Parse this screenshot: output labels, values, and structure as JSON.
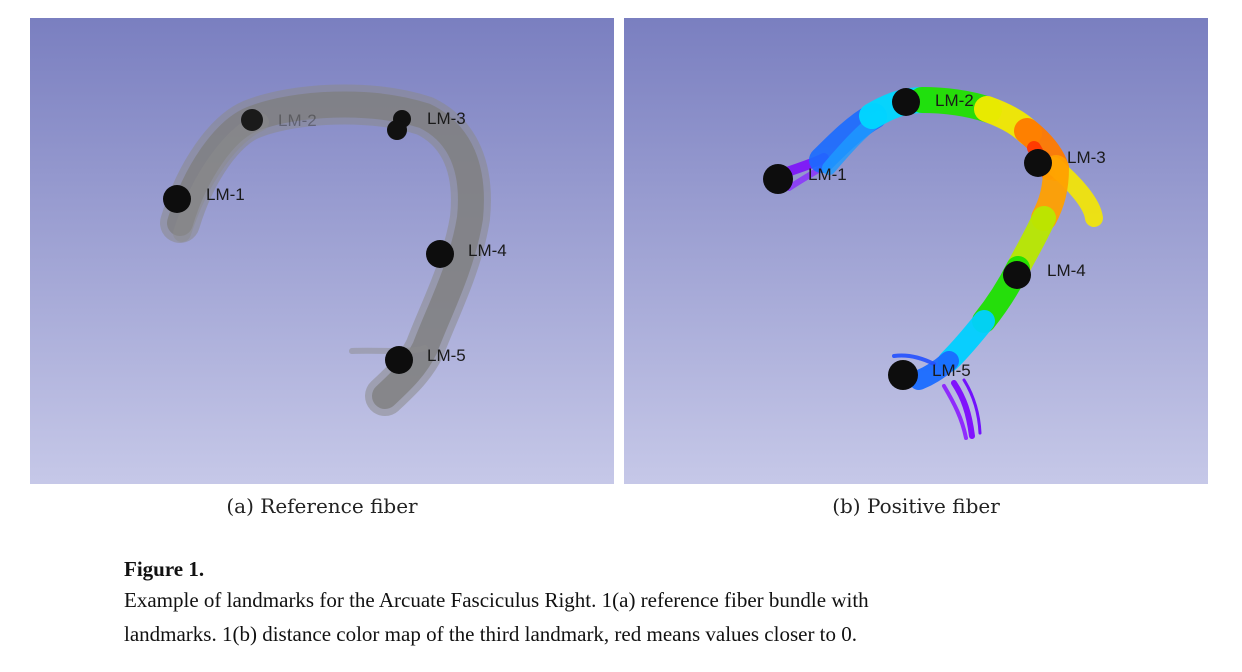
{
  "figure": {
    "panel_a": {
      "caption": "(a) Reference fiber",
      "landmarks": [
        "LM-1",
        "LM-2",
        "LM-3",
        "LM-4",
        "LM-5"
      ]
    },
    "panel_b": {
      "caption": "(b) Positive fiber",
      "landmarks": [
        "LM-1",
        "LM-2",
        "LM-3",
        "LM-4",
        "LM-5"
      ]
    },
    "caption_title": "Figure 1.",
    "caption_line1": "Example of landmarks for the Arcuate Fasciculus Right. 1(a) reference fiber bundle with",
    "caption_line2": "landmarks. 1(b) distance color map of the third landmark, red means values closer to 0."
  },
  "colors": {
    "background_top": "#7a7fc0",
    "background_bottom": "#c6c8e8",
    "reference_fiber": "#8a8a8a",
    "landmark": "#0d0d0d",
    "near": "#ff3300",
    "far": "#7a00ff"
  }
}
